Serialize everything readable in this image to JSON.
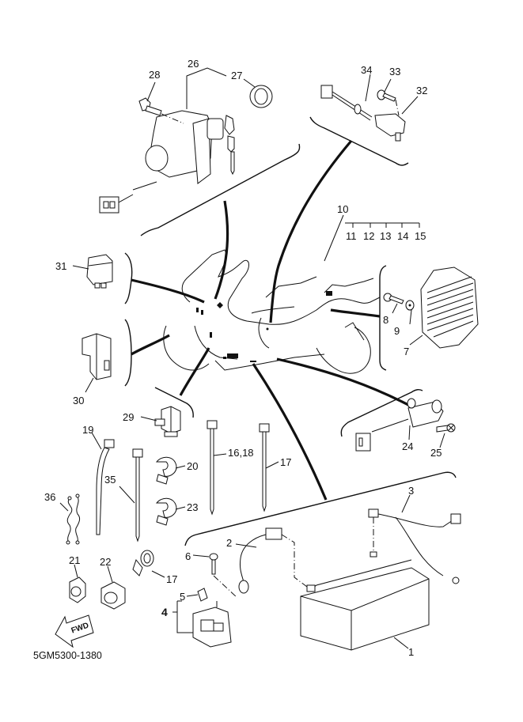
{
  "diagram": {
    "title_code": "5GM5300-1380",
    "fwd_arrow_label": "FWD",
    "callouts": {
      "c1": "1",
      "c2": "2",
      "c3": "3",
      "c4": "4",
      "c5": "5",
      "c6": "6",
      "c7": "7",
      "c8": "8",
      "c9": "9",
      "c10": "10",
      "c11": "11",
      "c12": "12",
      "c13": "13",
      "c14": "14",
      "c15": "15",
      "c16_18": "16,18",
      "c17a": "17",
      "c17b": "17",
      "c19": "19",
      "c20": "20",
      "c21": "21",
      "c22": "22",
      "c23": "23",
      "c24": "24",
      "c25": "25",
      "c26": "26",
      "c27": "27",
      "c28": "28",
      "c29": "29",
      "c30": "30",
      "c31": "31",
      "c32": "32",
      "c33": "33",
      "c34": "34",
      "c35": "35",
      "c36": "36"
    },
    "parts": [
      {
        "ref": "1",
        "name": "battery"
      },
      {
        "ref": "2",
        "name": "battery-lead-negative"
      },
      {
        "ref": "3",
        "name": "battery-lead-positive"
      },
      {
        "ref": "4",
        "name": "starter-relay-assembly"
      },
      {
        "ref": "5",
        "name": "fuse"
      },
      {
        "ref": "6",
        "name": "bolt"
      },
      {
        "ref": "7",
        "name": "rectifier-regulator"
      },
      {
        "ref": "8",
        "name": "bolt"
      },
      {
        "ref": "9",
        "name": "washer"
      },
      {
        "ref": "10",
        "name": "wire-harness"
      },
      {
        "ref": "19",
        "name": "band"
      },
      {
        "ref": "20",
        "name": "clamp"
      },
      {
        "ref": "21",
        "name": "clamp"
      },
      {
        "ref": "22",
        "name": "clamp"
      },
      {
        "ref": "23",
        "name": "clamp"
      },
      {
        "ref": "24",
        "name": "sidestand-switch"
      },
      {
        "ref": "25",
        "name": "screw"
      },
      {
        "ref": "26",
        "name": "main-switch-assembly"
      },
      {
        "ref": "27",
        "name": "cap"
      },
      {
        "ref": "28",
        "name": "bolt"
      },
      {
        "ref": "29",
        "name": "relay"
      },
      {
        "ref": "30",
        "name": "igniter-unit"
      },
      {
        "ref": "31",
        "name": "flasher-relay"
      },
      {
        "ref": "32",
        "name": "stop-switch"
      },
      {
        "ref": "33",
        "name": "screw"
      },
      {
        "ref": "34",
        "name": "band"
      },
      {
        "ref": "35",
        "name": "band"
      },
      {
        "ref": "36",
        "name": "clamp"
      }
    ]
  }
}
